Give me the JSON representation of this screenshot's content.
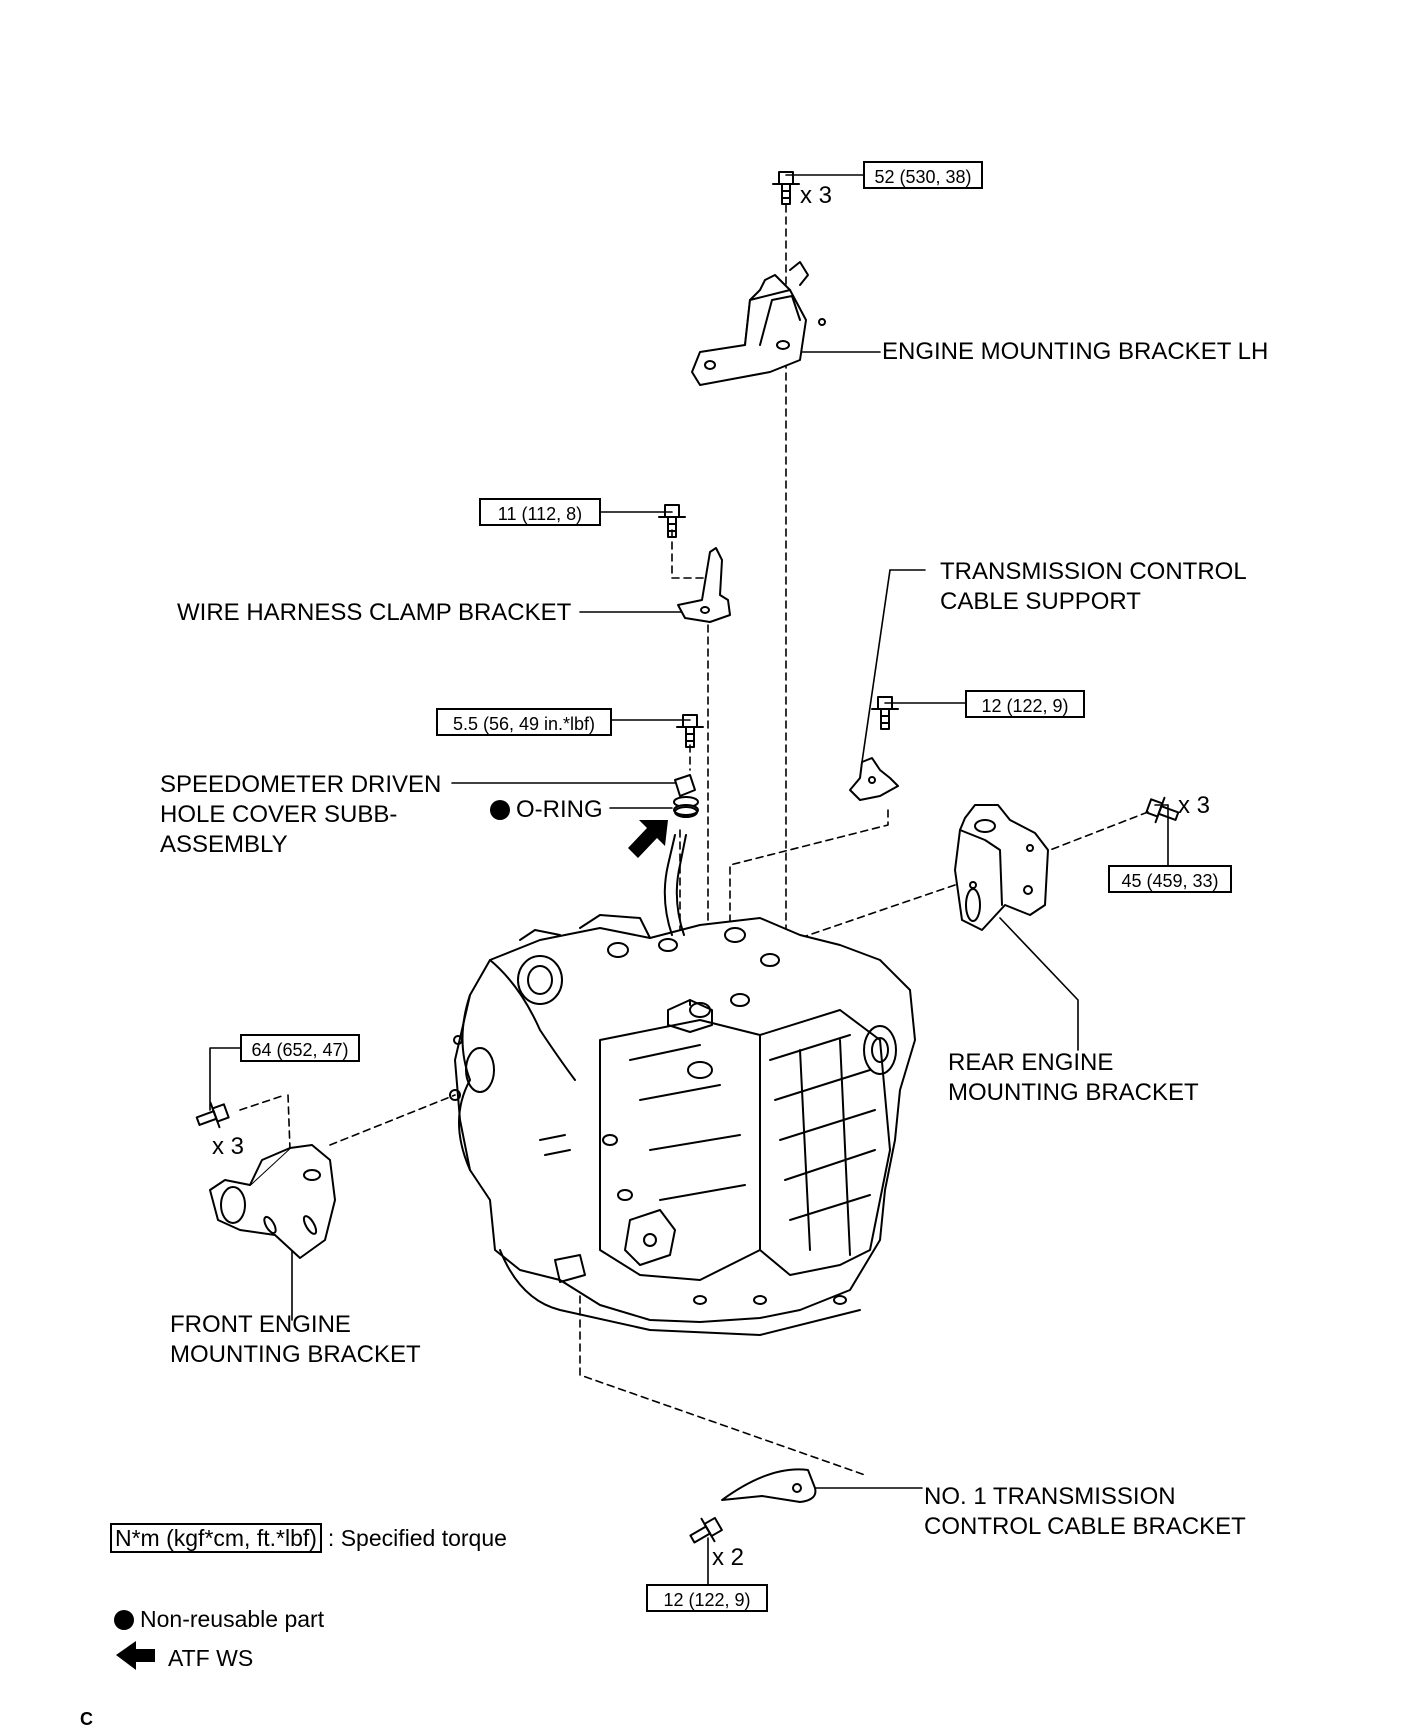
{
  "torque_specs": {
    "engine_lh_bolt": "52 (530, 38)",
    "wire_harness_bolt": "11 (112, 8)",
    "speedometer_bolt": "5.5 (56, 49 in.*lbf)",
    "cable_support_bolt": "12 (122, 9)",
    "rear_bracket_bolt": "45 (459, 33)",
    "front_bracket_bolt": "64 (652, 47)",
    "cable_bracket_bolt": "12 (122, 9)"
  },
  "quantities": {
    "engine_lh": "x 3",
    "rear": "x 3",
    "front": "x 3",
    "cable_bracket": "x 2"
  },
  "parts": {
    "engine_mounting_bracket_lh": "ENGINE MOUNTING BRACKET LH",
    "transmission_control_cable_support": [
      "TRANSMISSION CONTROL",
      "CABLE SUPPORT"
    ],
    "wire_harness_clamp_bracket": "WIRE HARNESS CLAMP BRACKET",
    "speedometer_cover": [
      "SPEEDOMETER DRIVEN",
      "HOLE COVER SUBB-",
      "ASSEMBLY"
    ],
    "o_ring": "O-RING",
    "rear_engine_mounting_bracket": [
      "REAR ENGINE",
      "MOUNTING BRACKET"
    ],
    "front_engine_mounting_bracket": [
      "FRONT ENGINE",
      "MOUNTING BRACKET"
    ],
    "no1_transmission_control_cable_bracket": [
      "NO. 1 TRANSMISSION",
      "CONTROL CABLE BRACKET"
    ]
  },
  "legend": {
    "torque_unit_box": "N*m (kgf*cm, ft.*lbf)",
    "torque_desc": ": Specified torque",
    "non_reusable": "Non-reusable part",
    "atf": "ATF WS"
  },
  "footer_code": "C"
}
